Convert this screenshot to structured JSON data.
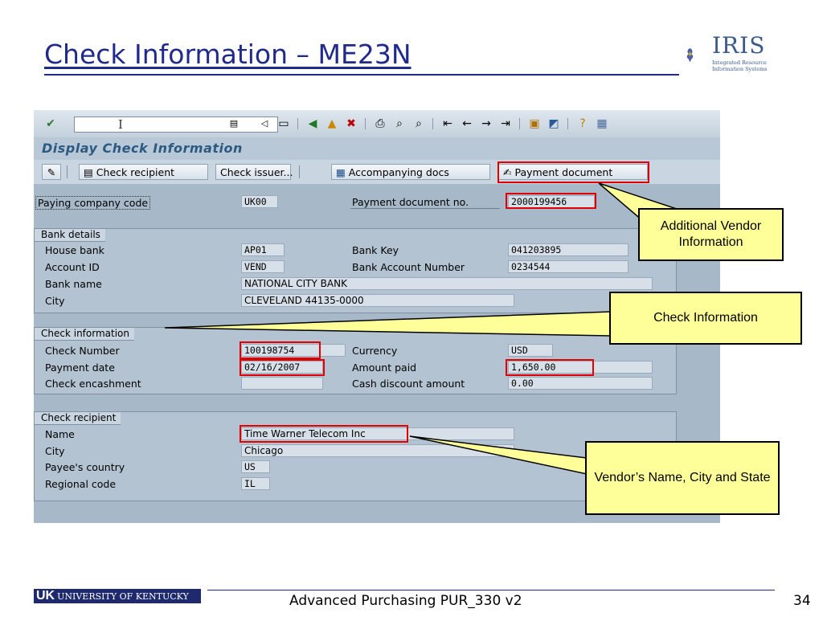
{
  "slide": {
    "title": "Check Information – ME23N",
    "logo_text": "IRIS",
    "logo_sub": "Integrated Resource Information Systems"
  },
  "sap": {
    "screen_title": "Display Check Information",
    "toolbar_icons": [
      "enter-icon",
      "save-icon",
      "back-icon",
      "exit-icon",
      "cancel-icon",
      "print-icon",
      "find-icon",
      "find-next-icon",
      "first-page-icon",
      "previous-page-icon",
      "next-page-icon",
      "last-page-icon",
      "create-session-icon",
      "shortcut-icon",
      "help-icon",
      "layout-icon"
    ],
    "app_buttons": {
      "check_recipient": "Check recipient",
      "check_issuer": "Check issuer...",
      "accompanying_docs": "Accompanying docs",
      "payment_document": "Payment document"
    },
    "header_fields": {
      "paying_company_code_label": "Paying company code",
      "paying_company_code": "UK00",
      "payment_document_no_label": "Payment document no.",
      "payment_document_no": "2000199456"
    },
    "bank_details": {
      "title": "Bank details",
      "house_bank_label": "House bank",
      "house_bank": "AP01",
      "bank_key_label": "Bank Key",
      "bank_key": "041203895",
      "account_id_label": "Account ID",
      "account_id": "VEND",
      "bank_account_number_label": "Bank Account Number",
      "bank_account_number": "0234544",
      "bank_name_label": "Bank name",
      "bank_name": "NATIONAL CITY BANK",
      "city_label": "City",
      "city": "CLEVELAND 44135-0000"
    },
    "check_information": {
      "title": "Check information",
      "check_number_label": "Check Number",
      "check_number": "100198754",
      "currency_label": "Currency",
      "currency": "USD",
      "payment_date_label": "Payment date",
      "payment_date": "02/16/2007",
      "amount_paid_label": "Amount paid",
      "amount_paid": "1,650.00",
      "check_encashment_label": "Check encashment",
      "check_encashment": "",
      "cash_discount_label": "Cash discount amount",
      "cash_discount": "0.00"
    },
    "check_recipient": {
      "title": "Check recipient",
      "name_label": "Name",
      "name": "Time Warner Telecom Inc",
      "city_label": "City",
      "city": "Chicago",
      "payee_country_label": "Payee's country",
      "payee_country": "US",
      "regional_code_label": "Regional code",
      "regional_code": "IL"
    }
  },
  "callouts": {
    "vendor_info": "Additional Vendor Information",
    "check_info": "Check Information",
    "vendor_name": "Vendor’s Name, City and State"
  },
  "footer": {
    "university": "UNIVERSITY OF KENTUCKY",
    "uk_mark": "UK",
    "course": "Advanced Purchasing PUR_330 v2",
    "page": "34"
  },
  "colors": {
    "title_blue": "#1f2a8c",
    "sap_background": "#a7b9c9",
    "highlight_red": "#e00000",
    "callout_yellow": "#ffff99"
  }
}
